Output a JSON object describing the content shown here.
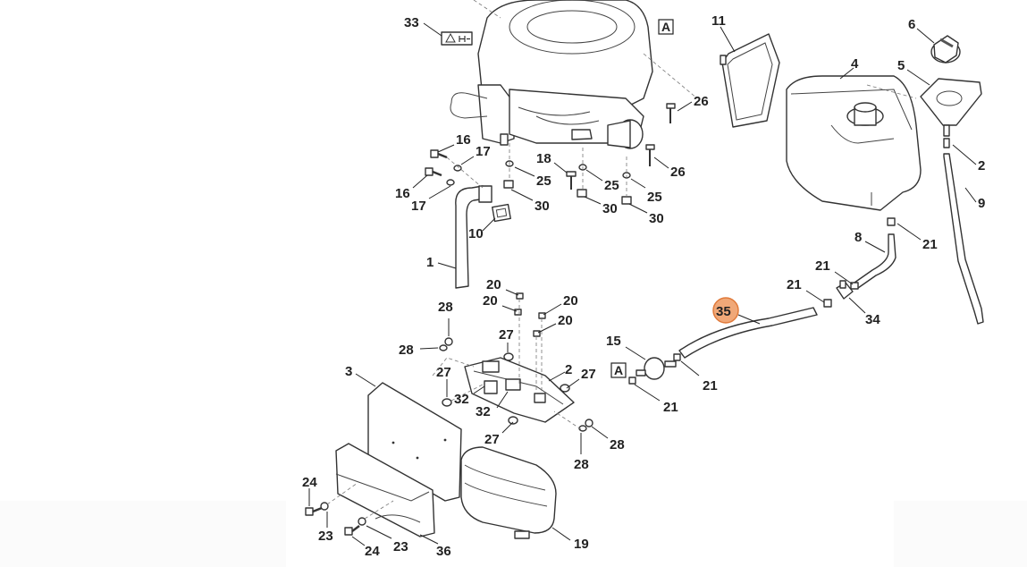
{
  "callouts": {
    "c33": "33",
    "c11": "11",
    "c6": "6",
    "c4": "4",
    "c5": "5",
    "c26a": "26",
    "c26b": "26",
    "c16a": "16",
    "c17a": "17",
    "c16b": "16",
    "c17b": "17",
    "c18": "18",
    "c25a": "25",
    "c25b": "25",
    "c25c": "25",
    "c30a": "30",
    "c30b": "30",
    "c30c": "30",
    "c10": "10",
    "c1": "1",
    "c21_tr": "2",
    "c9": "9",
    "c8": "8",
    "c21a": "21",
    "c21b": "21",
    "c21c": "21",
    "c34": "34",
    "c35": "35",
    "c15": "15",
    "c21d": "21",
    "c21e": "21",
    "c20a": "20",
    "c20b": "20",
    "c20c": "20",
    "c20d": "20",
    "c28a": "28",
    "c28b": "28",
    "c27a": "27",
    "c27b": "27",
    "c27c": "27",
    "c27d": "27",
    "c2": "2",
    "c3": "3",
    "c32a": "32",
    "c32b": "32",
    "c28c": "28",
    "c28d": "28",
    "c24a": "24",
    "c23a": "23",
    "c24b": "24",
    "c23b": "23",
    "c36": "36",
    "c19": "19"
  },
  "markers": {
    "a_top": "A",
    "a_mid": "A"
  },
  "highlight": {
    "color": "#f0a878",
    "border": "#e07a3a"
  },
  "icons": [
    "warning-label-icon",
    "engine-icon",
    "fuel-tank-icon",
    "fuel-cap-icon",
    "filler-funnel-icon",
    "fuel-filter-icon",
    "fuel-hose-icon",
    "muffler-icon",
    "heat-shield-icon",
    "bracket-icon",
    "gasket-icon",
    "fuel-valve-icon"
  ]
}
